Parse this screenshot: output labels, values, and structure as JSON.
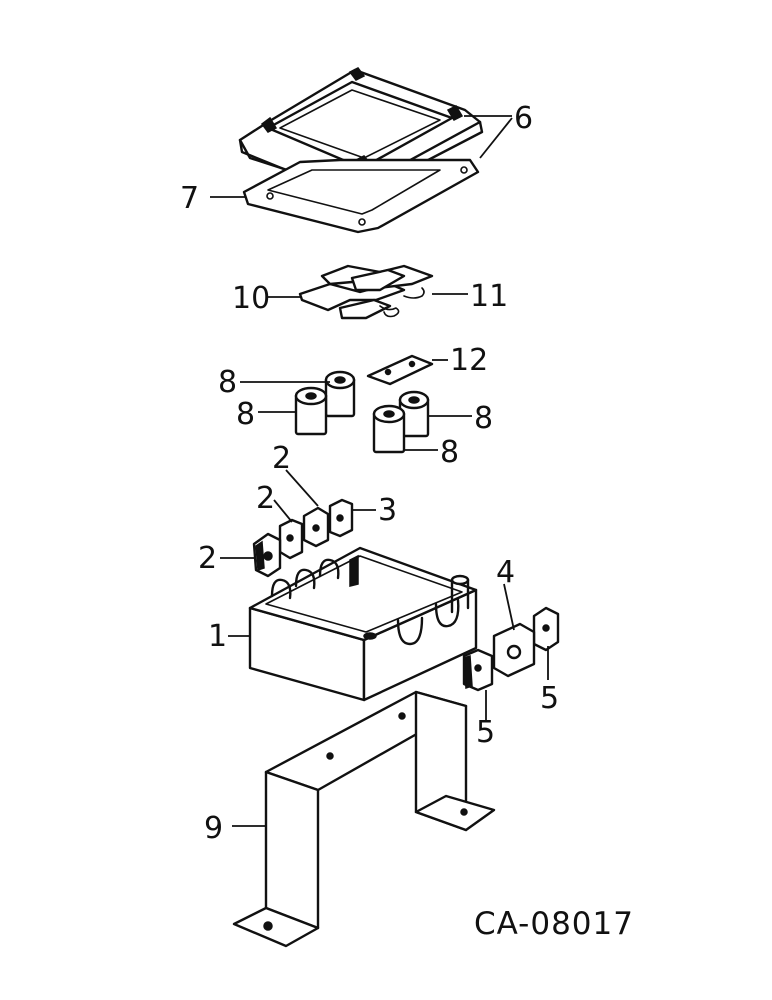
{
  "figure_code": "CA-08017",
  "callouts": {
    "c1": "1",
    "c2a": "2",
    "c2b": "2",
    "c2c": "2",
    "c3": "3",
    "c4": "4",
    "c5a": "5",
    "c5b": "5",
    "c6": "6",
    "c7": "7",
    "c8a": "8",
    "c8b": "8",
    "c8c": "8",
    "c8d": "8",
    "c9": "9",
    "c10": "10",
    "c11": "11",
    "c12": "12"
  }
}
